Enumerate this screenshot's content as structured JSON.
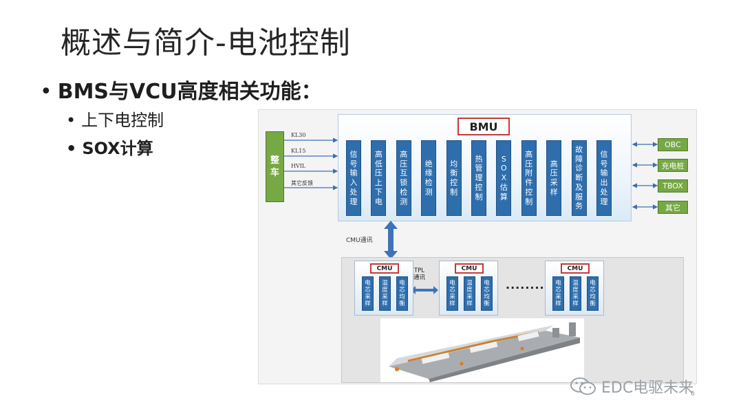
{
  "slide": {
    "title": "概述与简介-电池控制",
    "bullet": "BMS与VCU高度相关功能：",
    "sub_bullets": [
      "上下电控制",
      "SOX计算"
    ],
    "page_number": "6"
  },
  "diagram": {
    "vehicle": "整车",
    "signals": [
      "KL30",
      "KL15",
      "HVIL",
      "其它反馈"
    ],
    "bmu_label": "BMU",
    "functions": [
      "信号输入处理",
      "高低压上下电",
      "高压互锁检测",
      "绝缘检测",
      "均衡控制",
      "热管理控制",
      "SOX估算",
      "高压附件控制",
      "高压采样",
      "故障诊断及服务",
      "信号输出处理"
    ],
    "external": [
      "OBC",
      "充电桩",
      "TBOX",
      "其它"
    ],
    "cmu_comm": "CMU通讯",
    "cmu_label": "CMU",
    "cmu_cells": [
      "电芯采样",
      "温度采样",
      "电芯均衡"
    ],
    "tpl": [
      "TPL",
      "通讯"
    ],
    "ellipsis": "........",
    "colors": {
      "function_block": "#2e6ead",
      "green_block": "#76a844",
      "label_border": "#c23a3a"
    }
  },
  "watermark": {
    "icon": "wechat-icon",
    "text": "EDC电驱未来"
  }
}
